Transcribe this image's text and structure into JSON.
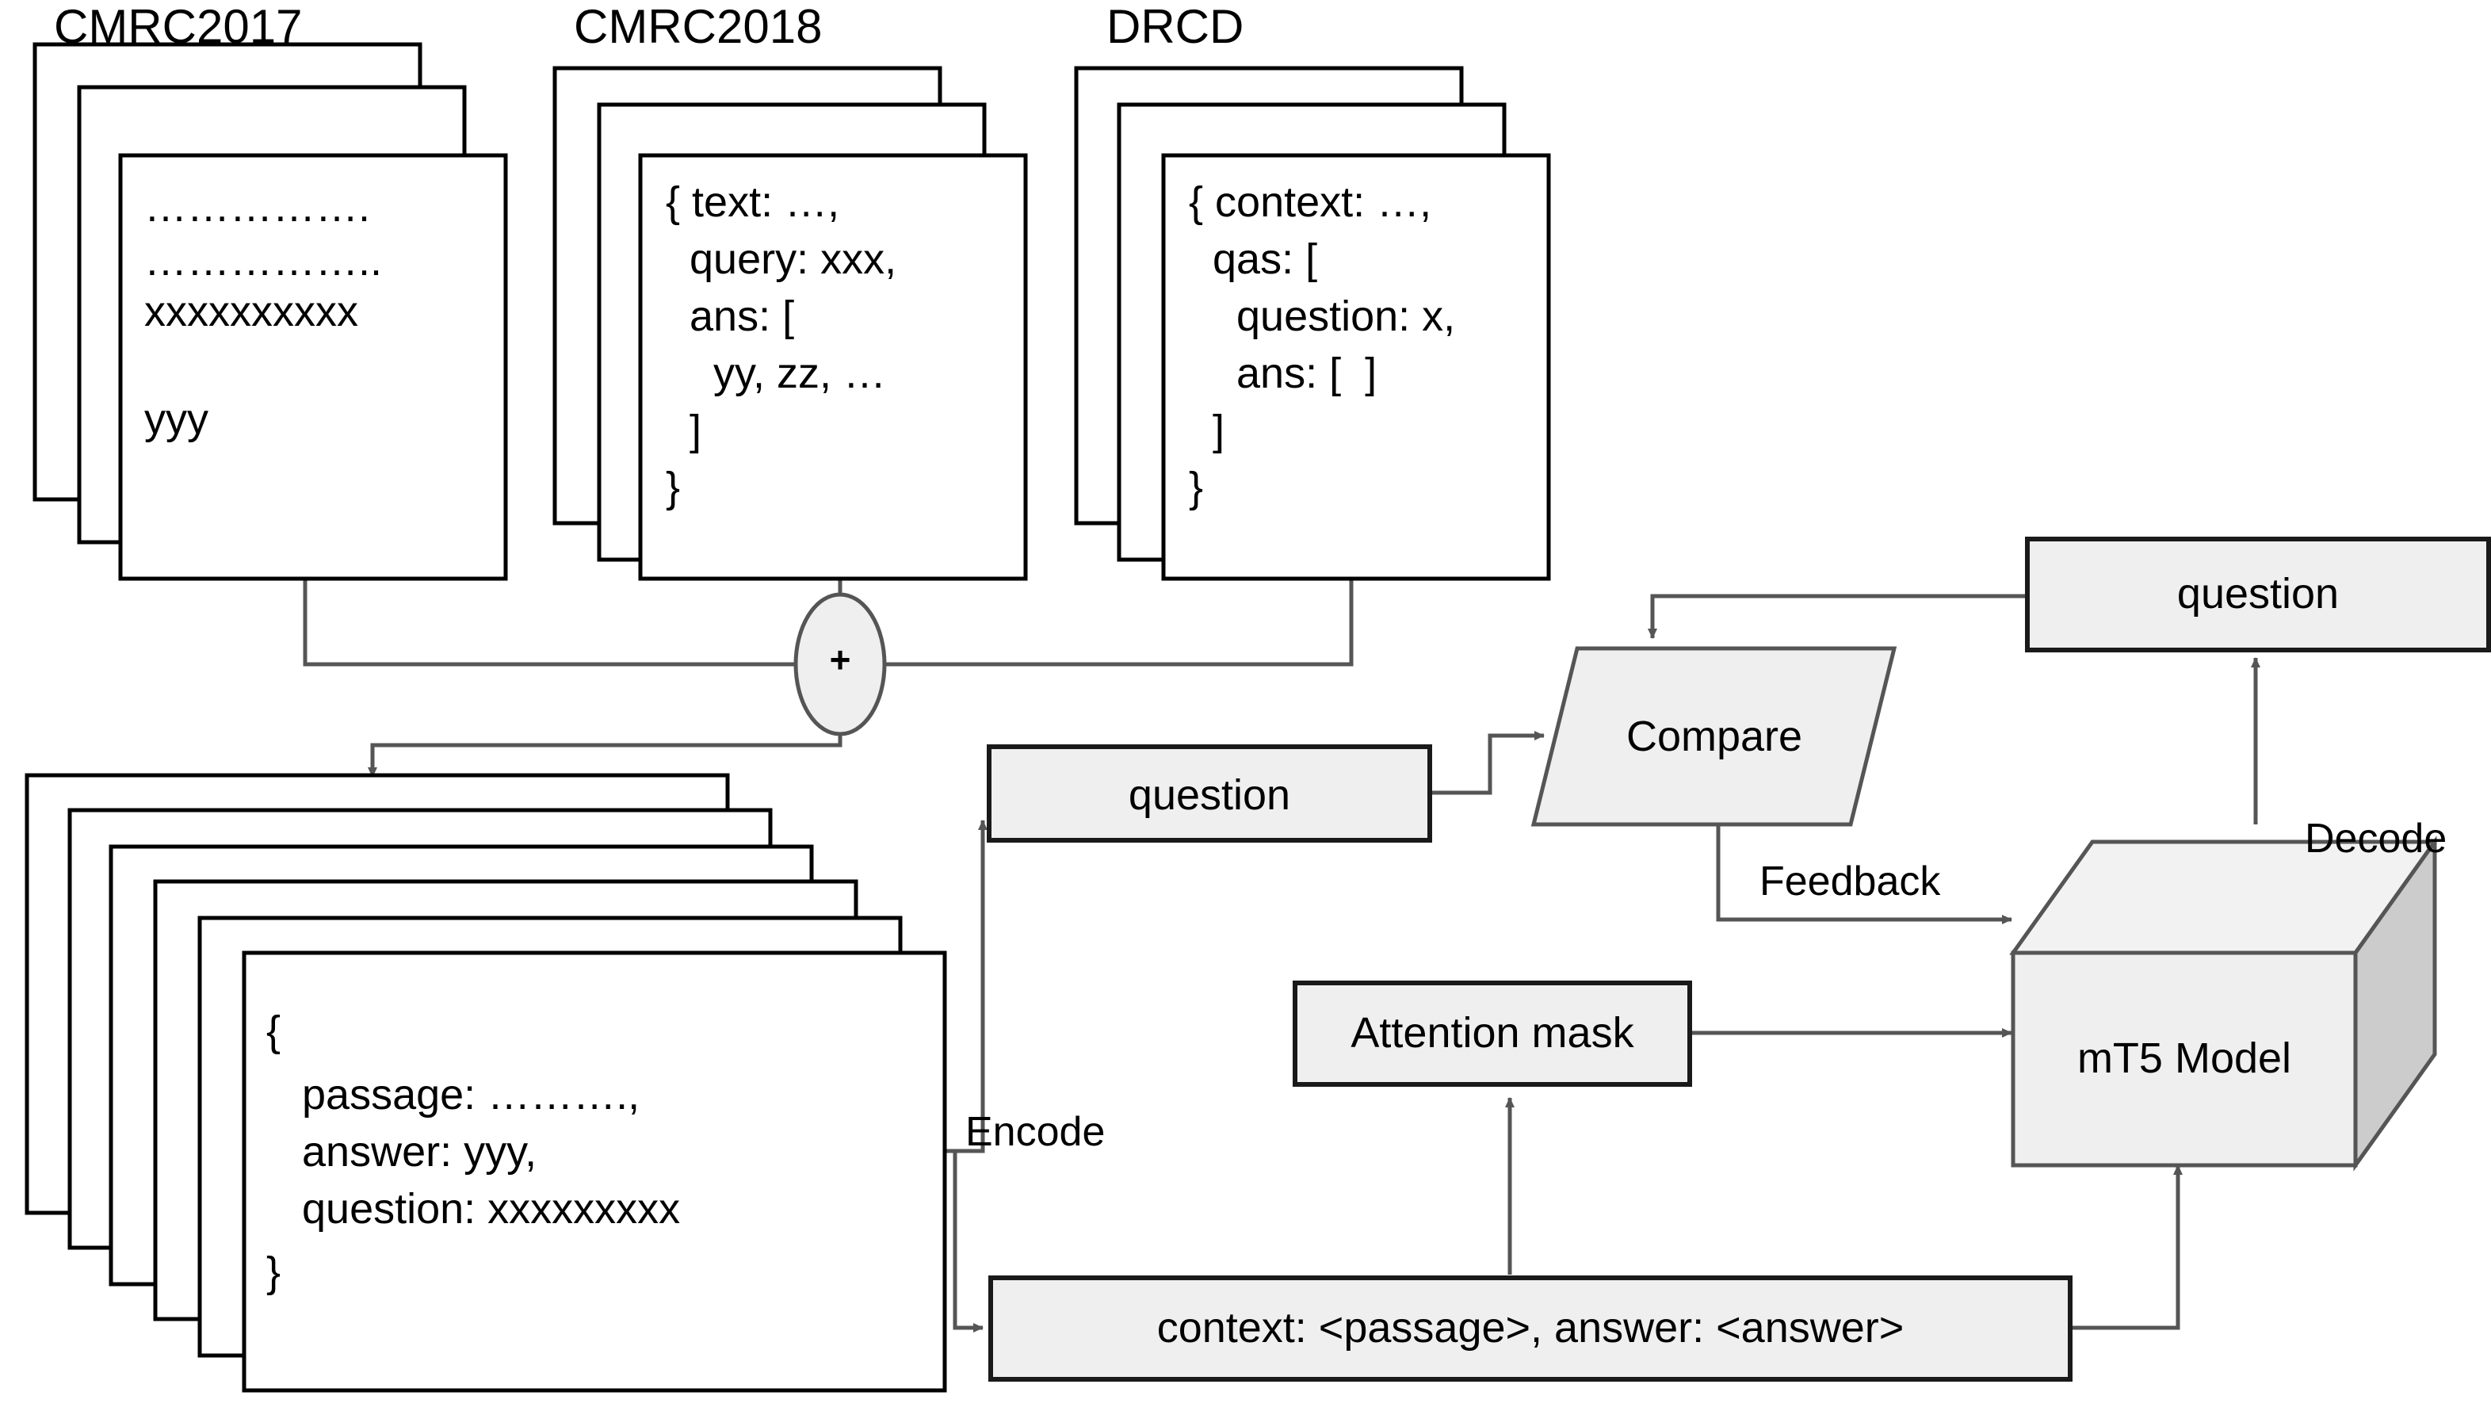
{
  "diagram": {
    "title": "mT5 question generation pipeline",
    "colors": {
      "stroke_dark": "#000000",
      "stroke_gray": "#555555",
      "node_fill": "#efefef",
      "cube_side_fill": "#cccccc",
      "canvas": "#ffffff"
    }
  },
  "datasets": [
    {
      "name": "dataset-cmrc2017",
      "title": "CMRC2017",
      "lines": [
        "…………….",
        "……………..",
        "xxxxxxxxxx",
        "",
        "yyy"
      ],
      "stack_count": 3
    },
    {
      "name": "dataset-cmrc2018",
      "title": "CMRC2018",
      "lines": [
        "{ text: …,",
        "  query: xxx,",
        "  ans: [",
        "    yy, zz, …",
        "  ]",
        "}"
      ],
      "stack_count": 3
    },
    {
      "name": "dataset-drcd",
      "title": "DRCD",
      "lines": [
        "{ context: …,",
        "  qas: [",
        "    question: x,",
        "    ans: [  ]",
        "  ]",
        "}"
      ],
      "stack_count": 3
    }
  ],
  "merge_node": {
    "label": "+",
    "shape": "ellipse"
  },
  "unified_dataset": {
    "name": "unified-records-stack",
    "lines": [
      "{",
      "   passage: ……….,",
      "   answer: yyy,",
      "   question: xxxxxxxxx",
      "}"
    ],
    "stack_count": 6
  },
  "nodes": {
    "question_left": "question",
    "question_right": "question",
    "compare": "Compare",
    "attention_mask": "Attention mask",
    "context_template": "context: <passage>, answer: <answer>",
    "model": "mT5 Model"
  },
  "edge_labels": {
    "encode": "Encode",
    "decode": "Decode",
    "feedback": "Feedback"
  }
}
